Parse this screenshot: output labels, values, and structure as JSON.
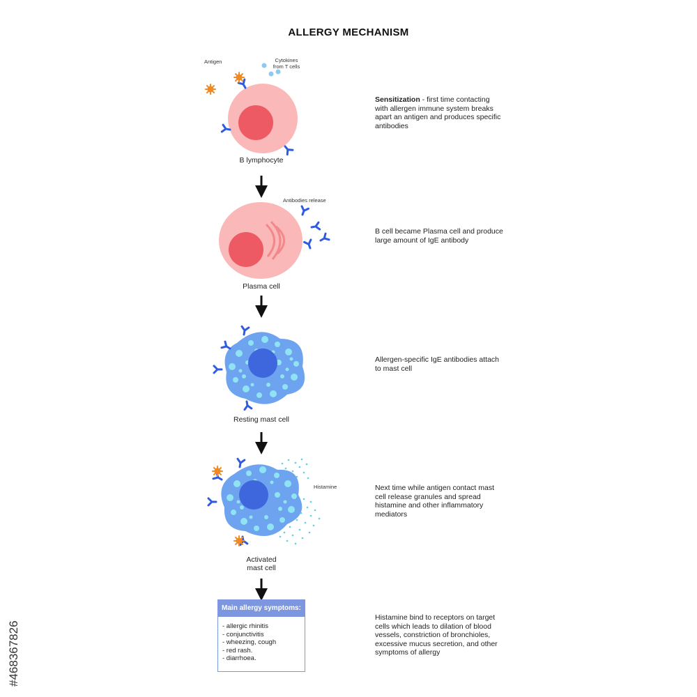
{
  "title": "ALLERGY MECHANISM",
  "stages": [
    {
      "caption": "B lymphocyte",
      "labels": {
        "antigen": "Antigen",
        "cytokines_1": "Cytokines",
        "cytokines_2": "from T cells"
      },
      "description_bold": "Sensitization",
      "description": " - first time contacting with allergen immune system breaks apart an antigen and produces specific antibodies"
    },
    {
      "caption": "Plasma cell",
      "labels": {
        "antibodies": "Antibodies release"
      },
      "description": "B cell became Plasma cell and produce large amount of IgE antibody"
    },
    {
      "caption": "Resting mast cell",
      "description": "Allergen-specific IgE antibodies attach to mast cell"
    },
    {
      "caption_1": "Activated",
      "caption_2": "mast cell",
      "labels": {
        "histamine": "Histamine"
      },
      "description": "Next time while antigen contact mast cell release granules and spread histamine and other inflammatory mediators"
    },
    {
      "description": "Histamine bind to receptors on target cells which leads to dilation of blood vessels, constriction of bronchioles, excessive mucus secretion, and other symptoms of allergy"
    }
  ],
  "symptoms": {
    "heading": "Main allergy symptoms:",
    "items": [
      "- allergic rhinitis",
      "- conjunctivitis",
      "- wheezing, cough",
      "- red rash.",
      "- diarrhoea."
    ]
  },
  "stock_id": "#468367826",
  "colors": {
    "b_cell": "#fbb8b8",
    "nucleus_red": "#ee5a63",
    "mast_cell": "#6ea3ef",
    "granule": "#8fe3f2",
    "mast_nucleus": "#3e66dd",
    "antibody": "#2f5be0",
    "antigen": "#f08a24",
    "symptom_header": "#7d96e0"
  }
}
